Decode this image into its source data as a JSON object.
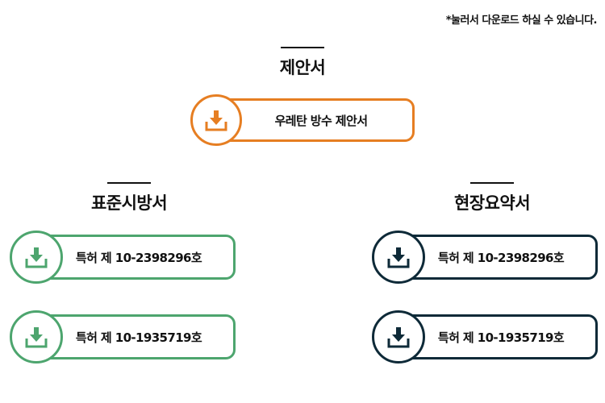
{
  "note": "*눌러서 다운로드 하실 수 있습니다.",
  "colors": {
    "proposal": "#e67e22",
    "standard": "#4da56e",
    "site": "#0e2a38"
  },
  "proposal": {
    "title": "제안서",
    "buttons": [
      {
        "label": "우레탄 방수 제안서",
        "icon": "download-icon"
      }
    ]
  },
  "standard": {
    "title": "표준시방서",
    "buttons": [
      {
        "label": "특허 제 10-2398296호",
        "icon": "download-icon"
      },
      {
        "label": "특허 제 10-1935719호",
        "icon": "download-icon"
      }
    ]
  },
  "site": {
    "title": "현장요약서",
    "buttons": [
      {
        "label": "특허 제 10-2398296호",
        "icon": "download-icon"
      },
      {
        "label": "특허 제 10-1935719호",
        "icon": "download-icon"
      }
    ]
  }
}
